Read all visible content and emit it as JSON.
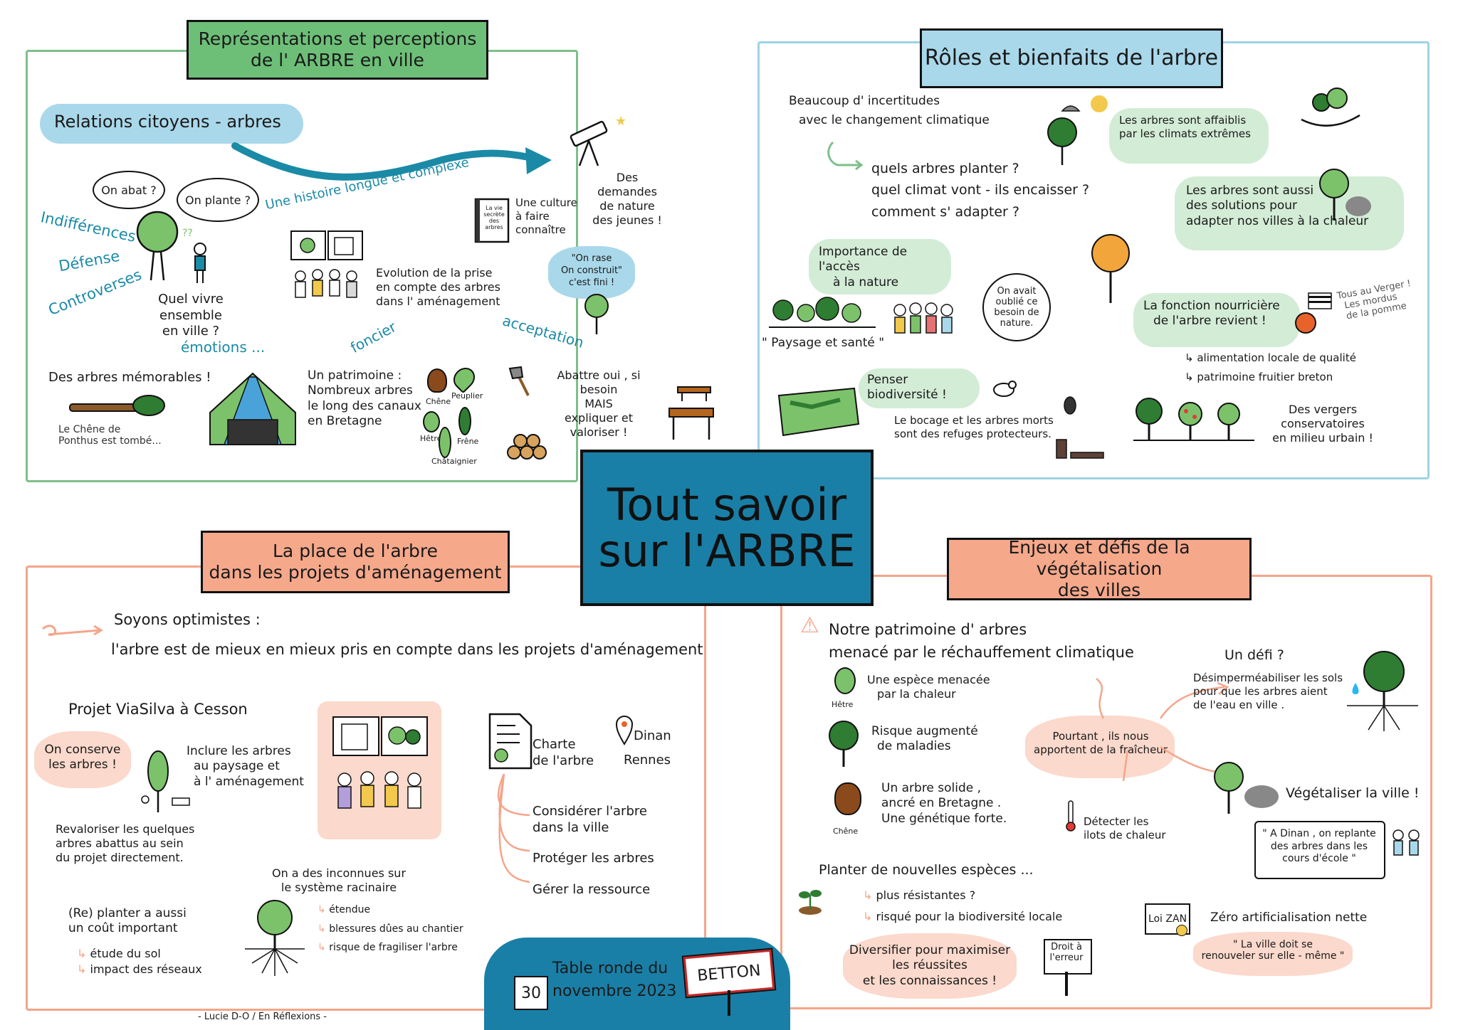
{
  "center_title": {
    "line1": "Tout savoir",
    "line2": "sur l'ARBRE"
  },
  "colors": {
    "green_frame": "#7dbf8a",
    "blue_frame": "#9ed3e3",
    "orange_frame": "#f4a58a",
    "center_bg": "#1a7fa6",
    "green_box": "#6dbf78",
    "blue_box": "#a9d8ea",
    "orange_box": "#f6a88b",
    "pill_green": "#d3ecd6",
    "pill_blue": "#a9d8ea",
    "pill_orange": "#fbd9cc",
    "arrow_teal": "#1b8aa6"
  },
  "q1": {
    "title_l1": "Représentations et perceptions",
    "title_l2": "de l' ARBRE en ville",
    "relations": "Relations citoyens - arbres",
    "histoire": "Une histoire longue et complexe",
    "on_abat": "On abat ?",
    "on_plante": "On plante ?",
    "qmark": "??",
    "indifferences": "Indifférences",
    "defense": "Défense",
    "controverses": "Controverses",
    "quel_vivre_1": "Quel vivre ensemble",
    "quel_vivre_2": "en ville ?",
    "book_text": "La vie secrète des arbres",
    "culture_1": "Une culture",
    "culture_2": "à faire",
    "culture_3": "connaître",
    "demandes_1": "Des demandes",
    "demandes_2": "de nature",
    "demandes_3": "des jeunes !",
    "evolution_1": "Evolution de la prise",
    "evolution_2": "en compte des arbres",
    "evolution_3": "dans l' aménagement",
    "on_rase_1": "\"On rase",
    "on_rase_2": "On construit\"",
    "on_rase_3": "c'est fini !",
    "emotions": "émotions ...",
    "foncier": "foncier",
    "acceptation": "acceptation",
    "memorables": "Des arbres mémorables !",
    "chene_1": "Le Chêne de",
    "chene_2": "Ponthus est tombé...",
    "patrimoine_1": "Un patrimoine :",
    "patrimoine_2": "Nombreux arbres",
    "patrimoine_3": "le long des canaux",
    "patrimoine_4": "en Bretagne",
    "leaf_chene": "Chêne",
    "leaf_peuplier": "Peuplier",
    "leaf_hetre": "Hêtre",
    "leaf_frene": "Frêne",
    "leaf_chataignier": "Châtaignier",
    "abattre_1": "Abattre oui , si besoin",
    "abattre_2": "MAIS",
    "abattre_3": "expliquer et valoriser !"
  },
  "q2": {
    "title": "Rôles et bienfaits de l'arbre",
    "incertitudes_1": "Beaucoup d' incertitudes",
    "incertitudes_2": "avec le changement climatique",
    "quels_1": "quels arbres planter ?",
    "quels_2": "quel climat vont - ils encaisser ?",
    "quels_3": "comment s' adapter ?",
    "affaiblis_1": "Les arbres sont affaiblis",
    "affaiblis_2": "par les climats extrêmes",
    "solutions_1": "Les arbres sont aussi",
    "solutions_2": "des solutions pour",
    "solutions_3": "adapter nos villes à la chaleur",
    "acces_1": "Importance de l'accès",
    "acces_2": "à la nature",
    "paysage": "\" Paysage et santé \"",
    "oublie_1": "On avait",
    "oublie_2": "oublié ce",
    "oublie_3": "besoin de",
    "oublie_4": "nature.",
    "nourriciere_1": "La fonction nourricière",
    "nourriciere_2": "de l'arbre revient !",
    "verger_1": "Tous au Verger !",
    "verger_2": "Les mordus",
    "verger_3": "de la pomme",
    "alim": "alimentation locale de qualité",
    "fruitier": "patrimoine fruitier breton",
    "biodiv": "Penser biodiversité !",
    "bocage_1": "Le bocage et les arbres morts",
    "bocage_2": "sont des refuges protecteurs.",
    "vergers_1": "Des vergers conservatoires",
    "vergers_2": "en milieu urbain !"
  },
  "q3": {
    "title_l1": "La place de l'arbre",
    "title_l2": "dans les projets d'aménagement",
    "optimistes": "Soyons optimistes :",
    "optimistes_2": "l'arbre est de mieux en mieux pris en compte dans les projets d'aménagement",
    "viasilva": "Projet ViaSilva à Cesson",
    "conserve_1": "On conserve",
    "conserve_2": "les arbres !",
    "inclure_1": "Inclure les arbres",
    "inclure_2": "au paysage et",
    "inclure_3": "à l' aménagement",
    "revaloriser_1": "Revaloriser les quelques",
    "revaloriser_2": "arbres abattus au sein",
    "revaloriser_3": "du projet directement.",
    "replanter_1": "(Re) planter a aussi",
    "replanter_2": "un coût important",
    "etude": "étude du sol",
    "impact": "impact des réseaux",
    "inconnues_1": "On a des inconnues sur",
    "inconnues_2": "le système racinaire",
    "etendue": "étendue",
    "blessures": "blessures dûes au chantier",
    "fragiliser": "risque de fragiliser l'arbre",
    "charte_1": "Charte",
    "charte_2": "de l'arbre",
    "dinan": "Dinan",
    "rennes": "Rennes",
    "considerer_1": "Considérer l'arbre",
    "considerer_2": "dans la ville",
    "proteger": "Protéger les arbres",
    "gerer": "Gérer la ressource"
  },
  "q4": {
    "title_l1": "Enjeux et défis de la végétalisation",
    "title_l2": "des villes",
    "warn": "⚠",
    "notre_1": "Notre patrimoine d' arbres",
    "notre_2": "menacé par le réchauffement climatique",
    "menacee_1": "Une espèce menacée",
    "menacee_2": "par la chaleur",
    "hetre": "Hêtre",
    "risque_1": "Risque augmenté",
    "risque_2": "de maladies",
    "solide_1": "Un arbre solide ,",
    "solide_2": "ancré en Bretagne .",
    "solide_3": "Une génétique forte.",
    "chene": "Chêne",
    "pourtant_1": "Pourtant , ils nous",
    "pourtant_2": "apportent de la fraîcheur",
    "defi": "Un défi ?",
    "desimper_1": "Désimperméabiliser les sols",
    "desimper_2": "pour que les arbres aient",
    "desimper_3": "de l'eau en ville .",
    "vegetaliser": "Végétaliser la ville !",
    "ilots_1": "Détecter les",
    "ilots_2": "ilots de chaleur",
    "dinan_1": "\" A Dinan , on replante",
    "dinan_2": "des arbres dans les",
    "dinan_3": "cours d'école \"",
    "planter": "Planter de nouvelles espèces ...",
    "resistantes": "plus résistantes ?",
    "risque_biodiv": "risqué pour la biodiversité locale",
    "diversifier_1": "Diversifier pour maximiser",
    "diversifier_2": "les réussites",
    "diversifier_3": "et les connaissances !",
    "droit_1": "Droit à",
    "droit_2": "l'erreur",
    "loi": "Loi ZAN",
    "zero": "Zéro artificialisation nette",
    "renouveler_1": "\" La ville doit se",
    "renouveler_2": "renouveler sur elle - même \""
  },
  "footer": {
    "table_1": "Table ronde du",
    "day": "30",
    "table_2": "novembre 2023",
    "betton": "BETTON",
    "author": "- Lucie D-O / En Réflexions -"
  }
}
